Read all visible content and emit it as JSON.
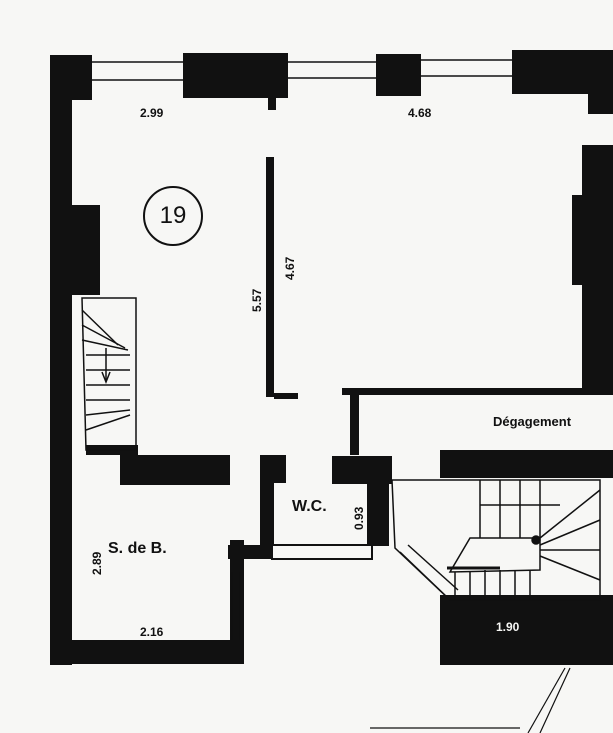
{
  "plan": {
    "unit_number": "19",
    "dimensions": {
      "main_width_left": "2.99",
      "main_width_right": "4.68",
      "main_length_a": "5.57",
      "main_length_b": "4.67",
      "wc_width": "0.93",
      "bath_length": "2.89",
      "bath_width": "2.16",
      "stair_width": "1.90"
    },
    "rooms": {
      "wc": "W.C.",
      "bathroom": "S. de B.",
      "corridor": "Dégagement"
    },
    "colors": {
      "ink": "#111111",
      "paper": "#f7f7f5"
    }
  }
}
